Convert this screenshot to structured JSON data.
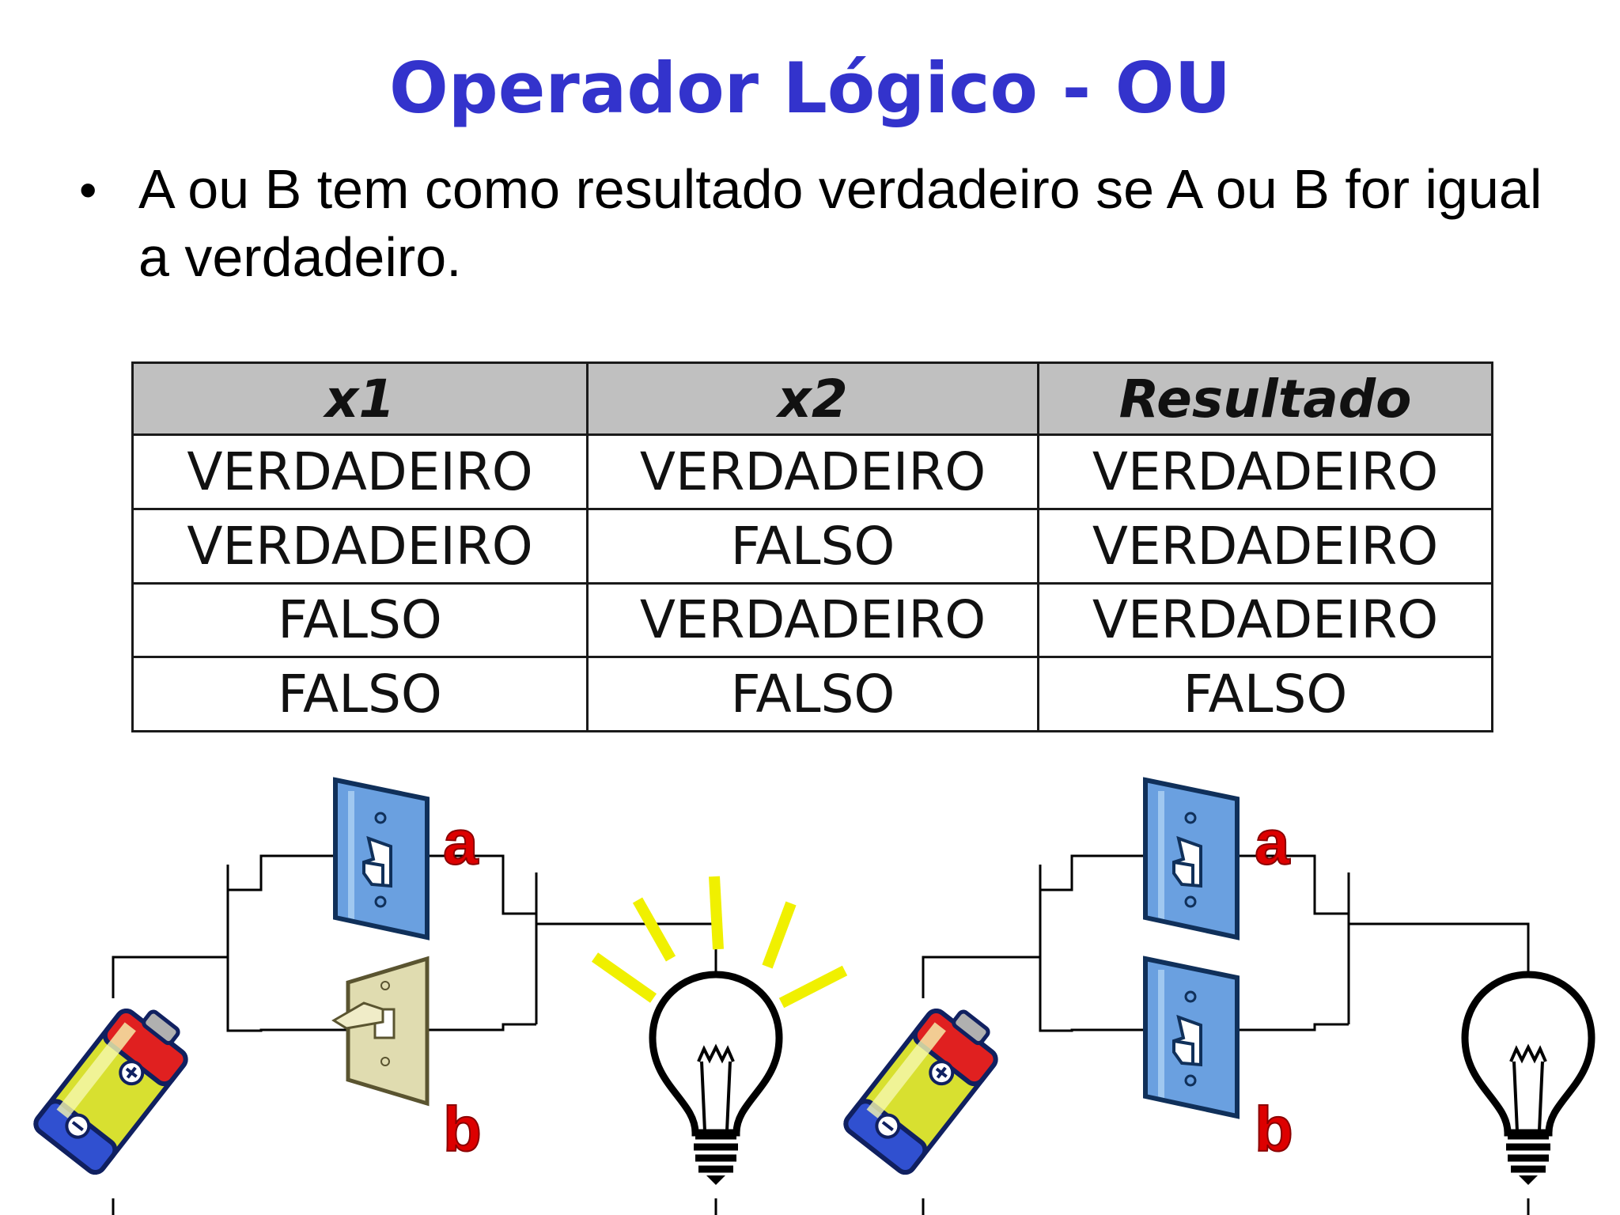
{
  "title": "Operador Lógico - OU",
  "bullet": {
    "symbol": "•",
    "text": "A ou B tem como resultado verdadeiro se A ou B for igual a verdadeiro."
  },
  "table": {
    "headers": [
      "x1",
      "x2",
      "Resultado"
    ],
    "rows": [
      [
        "VERDADEIRO",
        "VERDADEIRO",
        "VERDADEIRO"
      ],
      [
        "VERDADEIRO",
        "FALSO",
        "VERDADEIRO"
      ],
      [
        "FALSO",
        "VERDADEIRO",
        "VERDADEIRO"
      ],
      [
        "FALSO",
        "FALSO",
        "FALSO"
      ]
    ]
  },
  "circuits": {
    "left": {
      "switch_a_label": "a",
      "switch_b_label": "b",
      "switch_a_state": "open",
      "switch_b_state": "closed",
      "lamp": "on"
    },
    "right": {
      "switch_a_label": "a",
      "switch_b_label": "b",
      "switch_a_state": "open",
      "switch_b_state": "open",
      "lamp": "off"
    }
  },
  "colors": {
    "title": "#3333cc",
    "header_bg": "#c0c0c0",
    "switch_blue": "#6aa0e0",
    "switch_beige": "#e0dcb0",
    "label_red": "#dd0000",
    "ray_yellow": "#f0f000",
    "battery_yellow": "#d8e030",
    "battery_red": "#e02020",
    "battery_blue": "#3050d0"
  },
  "icons": [
    "battery-icon",
    "light-switch-icon",
    "light-bulb-icon"
  ]
}
